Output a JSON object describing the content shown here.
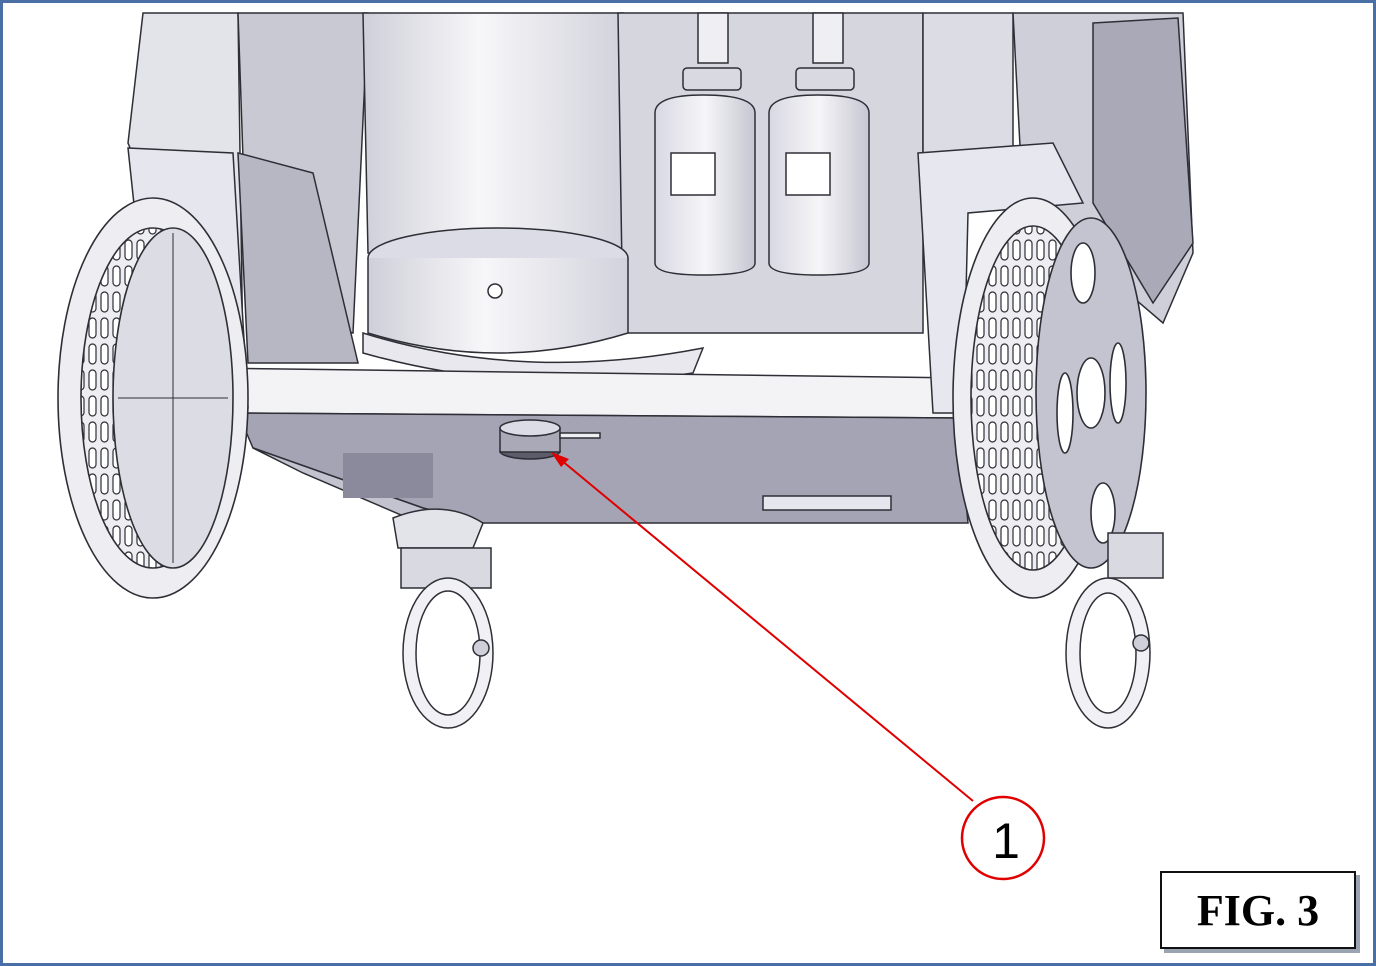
{
  "figure": {
    "label": "FIG. 3"
  },
  "callouts": [
    {
      "number": "1",
      "description_icon": "adjustment-knob"
    }
  ],
  "colors": {
    "frame_border": "#4a6fa5",
    "callout_line": "#e00000",
    "part_fill": "#ececf0",
    "part_shade": "#b9b9c6",
    "part_outline": "#2e2e36"
  }
}
